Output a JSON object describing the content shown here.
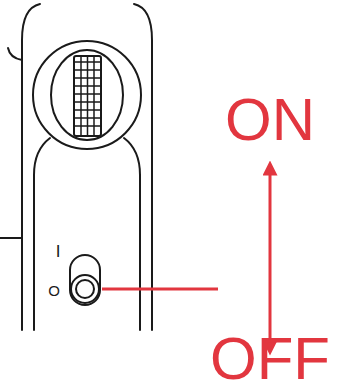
{
  "diagram": {
    "labels": [
      "ON",
      "OFF",
      "I",
      "O"
    ]
  }
}
